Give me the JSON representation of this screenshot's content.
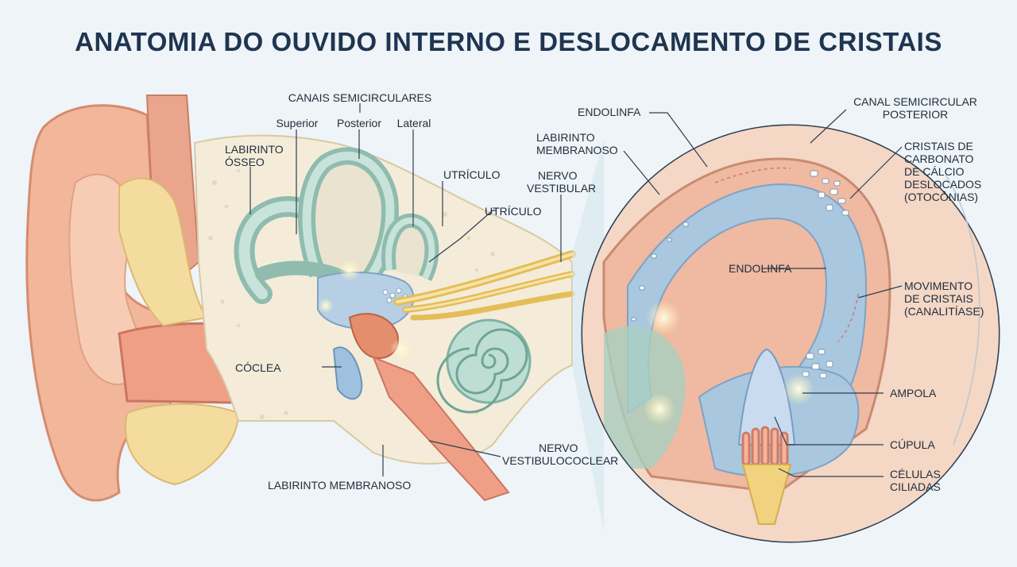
{
  "title": "ANATOMIA DO OUVIDO INTERNO E DESLOCAMENTO DE CRISTAIS",
  "left_labels": {
    "semicircular_canals": "CANAIS SEMICIRCULARES",
    "superior": "Superior",
    "posterior": "Posterior",
    "lateral": "Lateral",
    "bony_labyrinth": [
      "LABIRINTO",
      "ÓSSEO"
    ],
    "utricle_1": "UTRÍCULO",
    "utricle_2": "UTRÍCULO",
    "vestibular_nerve": [
      "NERVO",
      "VESTIBULAR"
    ],
    "cochlea": "CÓCLEA",
    "membranous_labyrinth": "LABIRINTO MEMBRANOSO",
    "vestibulocochlear_nerve": [
      "NERVO",
      "VESTIBULOCOCLEAR"
    ]
  },
  "right_labels": {
    "endolymph_top": "ENDOLINFA",
    "membranous_labyrinth": [
      "LABIRINTO",
      "MEMBRANOSO"
    ],
    "posterior_canal": [
      "CANAL SEMICIRCULAR",
      "POSTERIOR"
    ],
    "crystals": [
      "CRISTAIS DE",
      "CARBONATO",
      "DE CÁLCIO",
      "DESLOCADOS",
      "(OTOCÔNIAS)"
    ],
    "endolymph_mid": "ENDOLINFA",
    "crystal_movement": [
      "MOVIMENTO",
      "DE CRISTAIS",
      "(CANALITÍASE)"
    ],
    "ampulla": "AMPOLA",
    "cupula": "CÚPULA",
    "hair_cells": [
      "CÉLULAS",
      "CILIADAS"
    ]
  },
  "colors": {
    "title": "#1f3550",
    "skin": "#f2b79a",
    "canal_teal": "#a9d2c7",
    "fluid_blue": "#a9c7df",
    "nerve_yellow": "#f1d27e",
    "bone": "#f4ecd9"
  }
}
